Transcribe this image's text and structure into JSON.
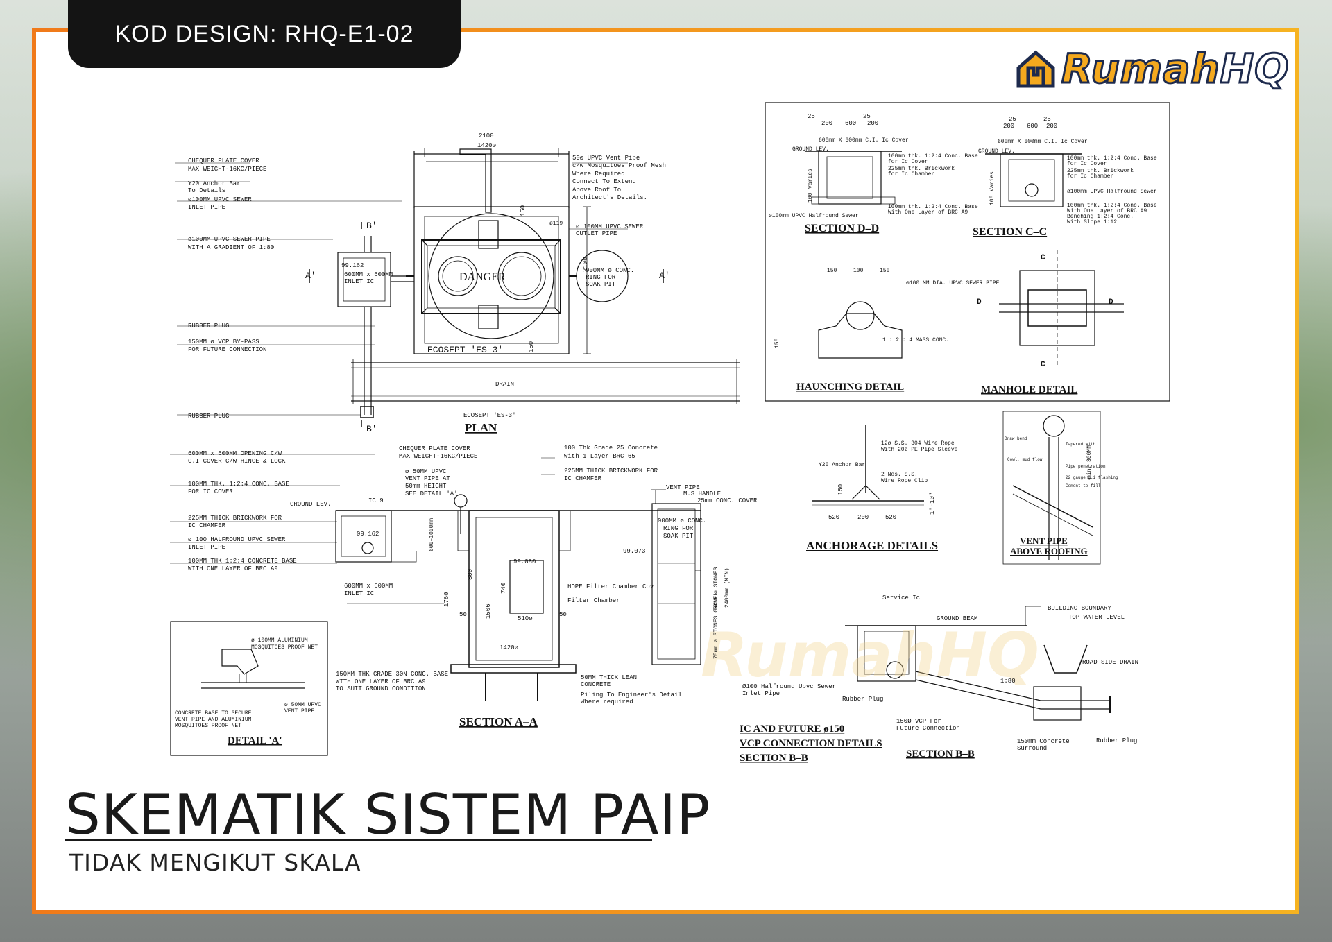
{
  "design_code": "KOD DESIGN: RHQ-E1-02",
  "brand": {
    "name_part1": "Rumah",
    "name_part2": "HQ",
    "accent": "#f4a91e",
    "outline": "#1d2a4d"
  },
  "title": "SKEMATIK SISTEM PAIP",
  "subtitle": "TIDAK MENGIKUT SKALA",
  "frame_colors": {
    "left": "#f07a1a",
    "right": "#f6b321"
  },
  "drawing": {
    "plan": {
      "heading": "PLAN",
      "caption": "ECOSEPT 'ES-3'",
      "tank_label": "ECOSEPT 'ES-3'",
      "danger": "DANGER",
      "dim_top": "2100",
      "dim_inner": "1420ø",
      "dim_right": "2100",
      "dim_150a": "150",
      "dim_150b": "150",
      "dim_119": "ø119",
      "ic_level": "99.162",
      "ic_label1": "600MM x 600MM",
      "ic_label2": "INLET IC",
      "pit_label1": "900MM ø CONC.",
      "pit_label2": "RING FOR",
      "pit_label3": "SOAK PIT",
      "drain": "DRAIN",
      "mark_a_left": "A'",
      "mark_a_right": "A'",
      "mark_b_top": "B'",
      "mark_b_bottom": "B'",
      "left_notes": [
        "CHEQUER PLATE COVER",
        "MAX WEIGHT-16KG/PIECE",
        "Y20 Anchor Bar",
        "To Details",
        "ø100MM UPVC SEWER",
        "INLET PIPE",
        "ø100MM UPVC SEWER PIPE",
        "WITH A GRADIENT OF 1:80",
        "RUBBER PLUG",
        "150MM ø VCP BY-PASS",
        "FOR FUTURE CONNECTION",
        "RUBBER PLUG"
      ],
      "right_notes": [
        "50ø UPVC Vent Pipe",
        "c/w Mosquitoes Proof Mesh",
        "Where Required",
        "Connect To Extend",
        "Above Roof To",
        "Architect's Details.",
        "ø 100MM UPVC SEWER",
        "OUTLET PIPE"
      ]
    },
    "section_aa": {
      "heading": "SECTION A–A",
      "notes_left": [
        "600MM x 600MM OPENING C/W",
        "C.I COVER C/W HINGE & LOCK",
        "100MM THK. 1:2:4 CONC. BASE",
        "FOR IC COVER",
        "GROUND LEV.",
        "IC 9",
        "225MM THICK BRICKWORK FOR",
        "IC CHAMFER",
        "ø 100 HALFROUND UPVC SEWER",
        "INLET PIPE",
        "100MM THK 1:2:4 CONCRETE BASE",
        "WITH ONE LAYER OF BRC A9",
        "600MM x 600MM",
        "INLET IC"
      ],
      "notes_top": [
        "CHEQUER PLATE COVER",
        "MAX WEIGHT-16KG/PIECE",
        "ø 50MM UPVC",
        "VENT PIPE AT",
        "50mm HEIGHT",
        "SEE DETAIL 'A'",
        "100 Thk Grade 25 Concrete",
        "With 1 Layer BRC 65",
        "225MM THICK BRICKWORK FOR",
        "IC CHAMFER"
      ],
      "notes_pit": [
        "VENT PIPE",
        "M.S HANDLE",
        "25mm CONC. COVER",
        "900MM ø CONC.",
        "RING FOR",
        "SOAK PIT"
      ],
      "notes_bottom": [
        "150MM THK GRADE 30N CONC. BASE",
        "WITH ONE LAYER OF BRC A9",
        "TO SUIT GROUND CONDITION",
        "50MM THICK LEAN",
        "CONCRETE",
        "Piling To Engineer's Detail",
        "Where required"
      ],
      "filter": [
        "HDPE Filter Chamber Cov",
        "Filter Chamber"
      ],
      "levels": [
        "99.162",
        "99.080",
        "99.073"
      ],
      "dims": [
        "600–1000mm",
        "1760",
        "1506",
        "740",
        "300",
        "510ø",
        "1420ø",
        "50",
        "50",
        "2400mm (MIN)",
        "50mm ø STONES",
        "75mm ø STONES GRAVEL"
      ]
    },
    "detail_a": {
      "heading": "DETAIL 'A'",
      "notes": [
        "ø 100MM ALUMINIUM",
        "MOSQUITOES PROOF NET",
        "CONCRETE BASE TO SECURE",
        "VENT PIPE AND ALUMINIUM",
        "MOSQUITOES PROOF NET",
        "ø 50MM UPVC",
        "VENT PIPE"
      ]
    },
    "panel": {
      "section_dd": "SECTION D–D",
      "section_cc": "SECTION C–C",
      "haunching": "HAUNCHING DETAIL",
      "manhole": "MANHOLE DETAIL",
      "dims_top": [
        "25",
        "200",
        "600",
        "25",
        "200"
      ],
      "dims_top2": [
        "25",
        "200",
        "600",
        "25",
        "200"
      ],
      "dd_notes": [
        "600mm X 600mm C.I. Ic Cover",
        "GROUND LEV.",
        "100mm thk. 1:2:4 Conc. Base",
        "for Ic Cover",
        "225mm thk. Brickwork",
        "for Ic Chamber",
        "100mm thk. 1:2:4 Conc. Base",
        "With One Layer of BRC A9",
        "ø100mm UPVC Halfround Sewer",
        "100",
        "Varies"
      ],
      "cc_notes": [
        "600mm X 600mm C.I. Ic Cover",
        "GROUND LEV.",
        "100mm thk. 1:2:4 Conc. Base",
        "for Ic Cover",
        "225mm thk. Brickwork",
        "for Ic Chamber",
        "ø100mm UPVC Halfround Sewer",
        "100mm thk. 1:2:4 Conc. Base",
        "With One Layer of BRC A9",
        "Benching 1:2:4 Conc.",
        "With Slope 1:12",
        "100",
        "Varies"
      ],
      "haunch_notes": [
        "150",
        "100",
        "150",
        "ø100 MM DIA. UPVC SEWER PIPE",
        "1 : 2 : 4 MASS CONC.",
        "150"
      ],
      "manhole_marks": [
        "C",
        "C",
        "D",
        "D"
      ]
    },
    "anchorage": {
      "heading": "ANCHORAGE DETAILS",
      "notes": [
        "12ø S.S. 304 Wire Rope",
        "With 20ø PE Pipe Sleeve",
        "2 Nos. S.S.",
        "Wire Rope Clip",
        "Y20 Anchor Bar"
      ],
      "dims": [
        "520",
        "200",
        "520",
        "150",
        "1'-10\""
      ]
    },
    "vent_roof": {
      "heading1": "VENT PIPE",
      "heading2": "ABOVE ROOFING",
      "notes": [
        "Draw bend",
        "Tapered with",
        "Cowl, mud flow",
        "Pipe penetration",
        "22 gauge g.i flashing",
        "Cement to fill",
        "min. 300MM"
      ]
    },
    "section_bb": {
      "heading": "SECTION B–B",
      "heading_left1": "IC AND FUTURE ø150",
      "heading_left2": "VCP CONNECTION DETAILS",
      "heading_left3": "SECTION B–B",
      "notes": [
        "Service Ic",
        "GROUND BEAM",
        "BUILDING BOUNDARY",
        "TOP WATER LEVEL",
        "ROAD SIDE DRAIN",
        "Ø100 Halfround Upvc Sewer",
        "Inlet Pipe",
        "Rubber Plug",
        "150Ø VCP For",
        "Future Connection",
        "150mm Concrete",
        "Surround",
        "Rubber Plug",
        "1:80"
      ]
    }
  }
}
